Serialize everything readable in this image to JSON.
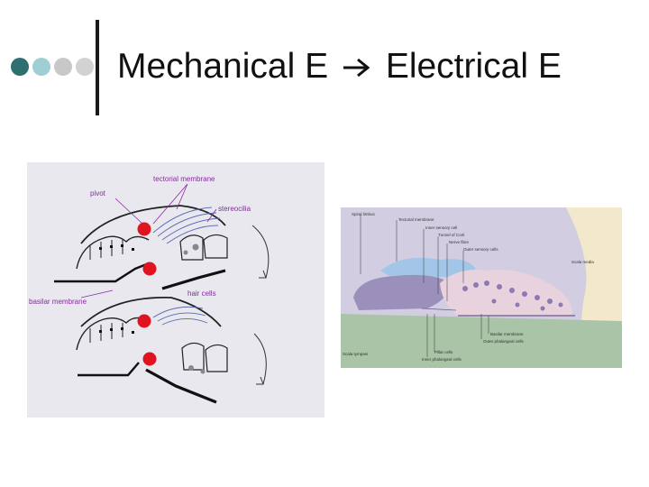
{
  "slide": {
    "title_left": "Mechanical E",
    "title_right": "Electrical E"
  },
  "bullets": {
    "colors": [
      "#2e6f6f",
      "#9fcfd4",
      "#c8c8c8",
      "#d2d2d2"
    ]
  },
  "figure_hair_cells": {
    "labels": {
      "tectorial": "tectorial membrane",
      "pivot": "pivot",
      "stereocilia": "stereocilia",
      "hair_cells": "hair cells",
      "basilar": "basilar membrane"
    },
    "pivot_color": "#e0141e"
  },
  "figure_organ_of_corti": {
    "labels": {
      "spiral_limbus": "Spiral limbus",
      "tectorial": "Tectorial membrane",
      "inner_sensory": "Inner sensory cell",
      "tunnel": "Tunnel of Corti",
      "nerve_fibre": "Nerve fibre",
      "outer_sensory": "Outer sensory cells",
      "scala_media": "Scala media",
      "scala_tympani": "Scala tympani",
      "basilar": "Basilar membrane",
      "outer_phalangeal": "Outer phalangeal cells",
      "pillar": "Pillar cells",
      "inner_phalangeal": "Inner phalangeal cells"
    }
  }
}
